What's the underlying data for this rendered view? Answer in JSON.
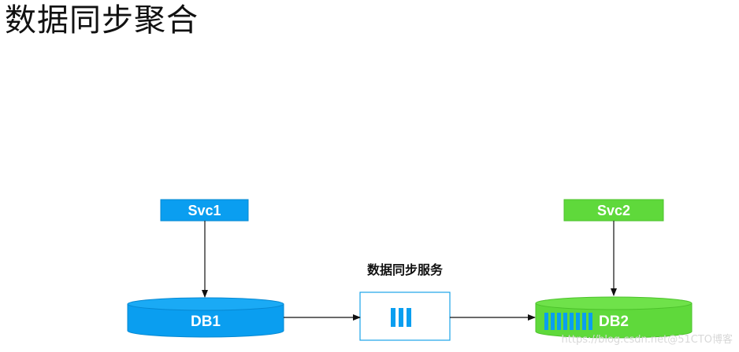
{
  "title": "数据同步聚合",
  "svc1": {
    "label": "Svc1"
  },
  "svc2": {
    "label": "Svc2"
  },
  "db1": {
    "label": "DB1"
  },
  "db2": {
    "label": "DB2"
  },
  "sync_service": {
    "title": "数据同步服务"
  },
  "watermark": "https://blog.csdn.net@51CTO博客",
  "colors": {
    "blue": "#0a9ef0",
    "blue_dark": "#0688d2",
    "green": "#5fd93b",
    "green_dark": "#4dc22c",
    "arrow": "#111111",
    "box_border": "#1aa3e8"
  }
}
